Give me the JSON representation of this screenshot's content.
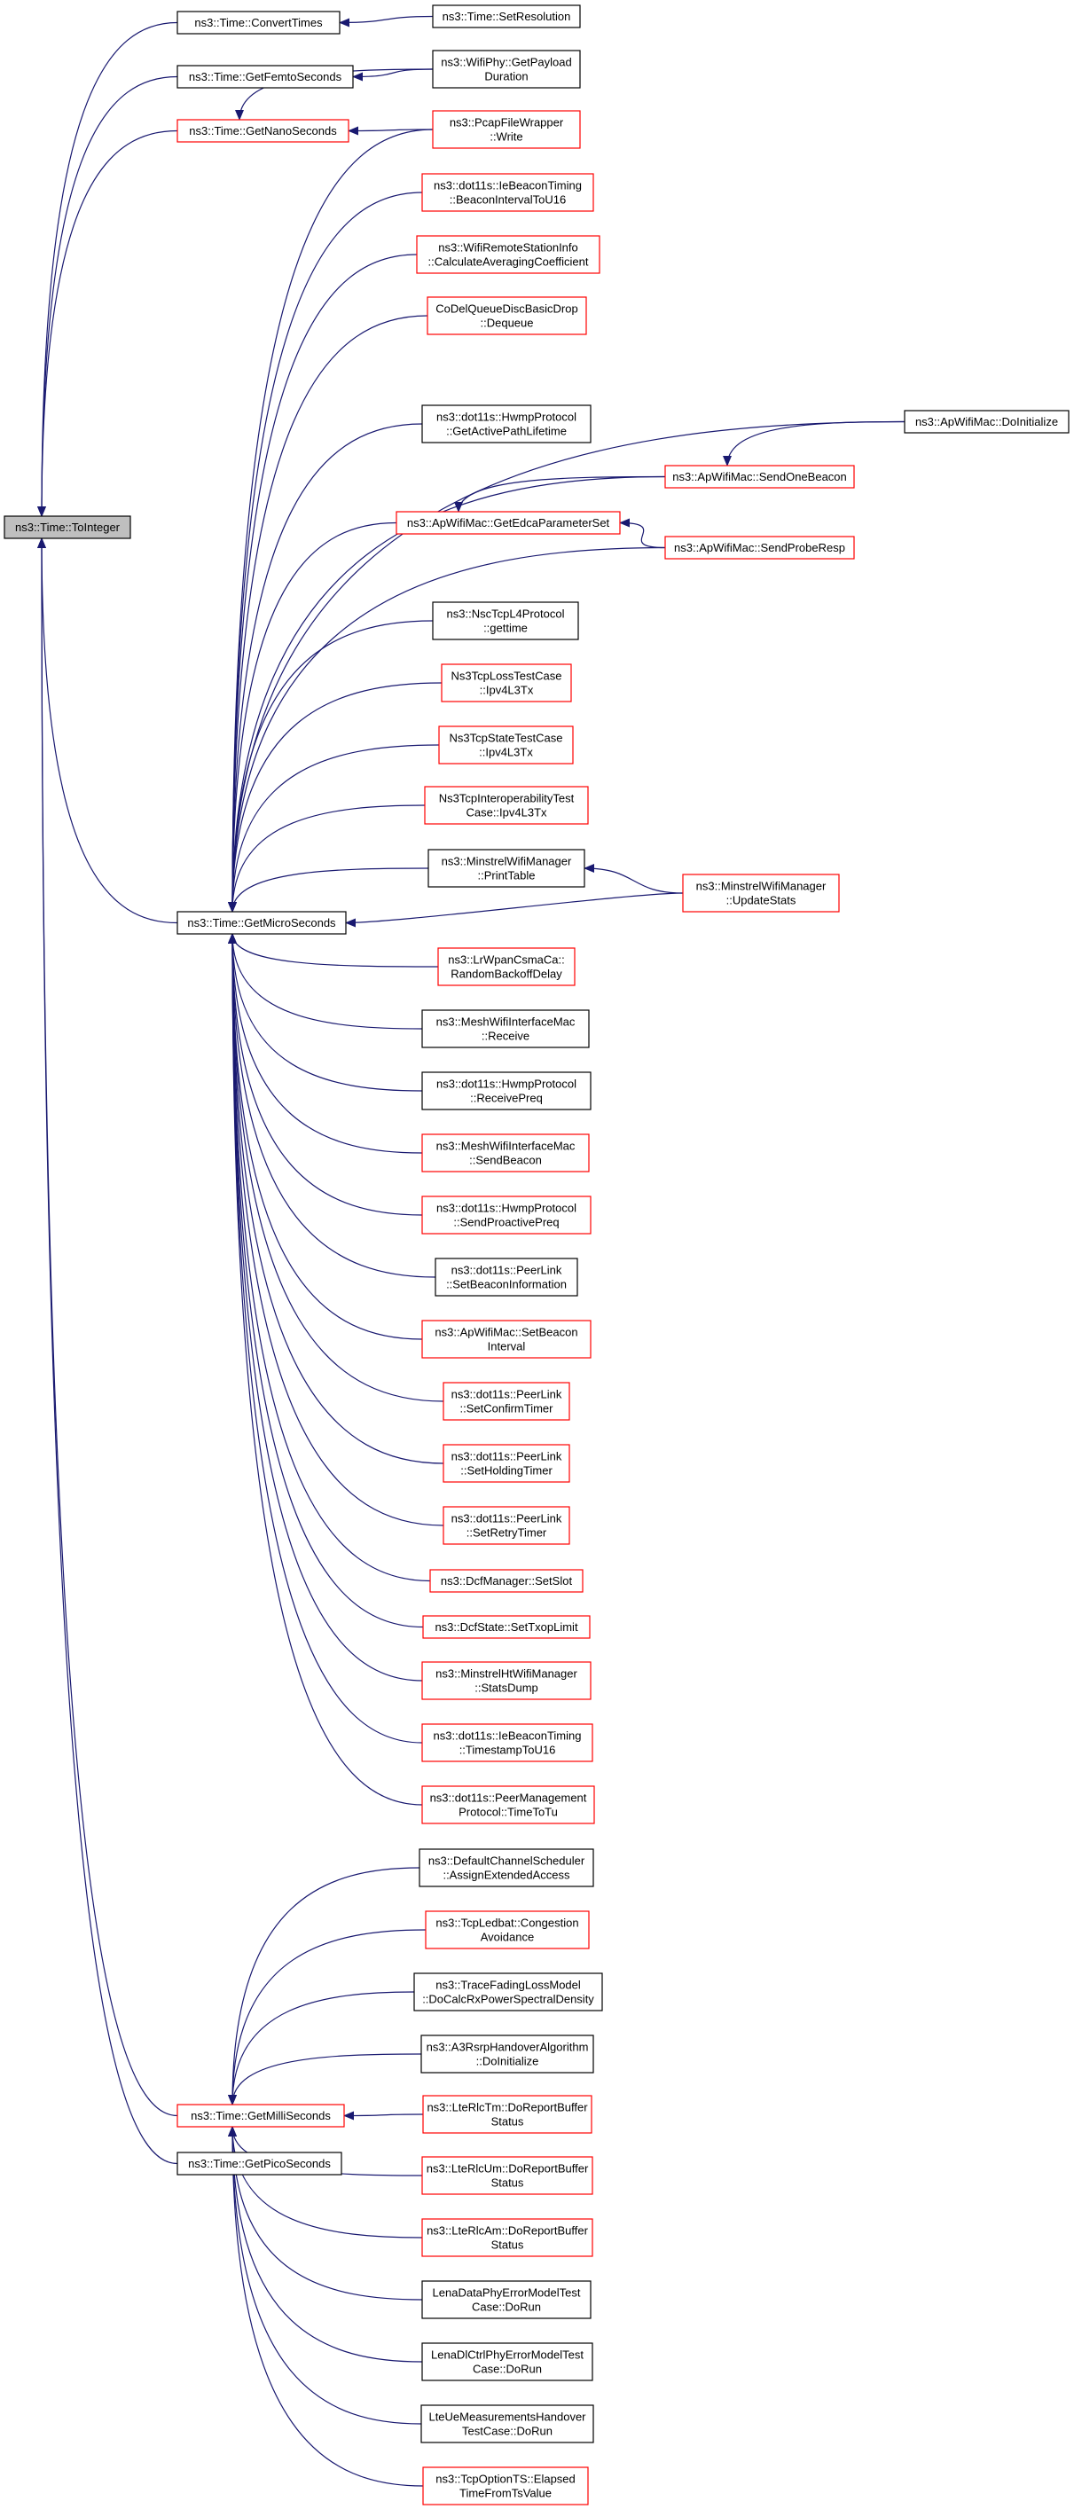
{
  "colors": {
    "edge": "#191970",
    "root_fill": "#bfbfbf",
    "black_border": "#000000",
    "red_border": "#ff0000",
    "background": "#ffffff"
  },
  "nodes": [
    {
      "id": "toint",
      "lines": [
        "ns3::Time::ToInteger"
      ],
      "style": "root"
    },
    {
      "id": "convert",
      "lines": [
        "ns3::Time::ConvertTimes"
      ],
      "style": "black"
    },
    {
      "id": "femto",
      "lines": [
        "ns3::Time::GetFemtoSeconds"
      ],
      "style": "black"
    },
    {
      "id": "nano",
      "lines": [
        "ns3::Time::GetNanoSeconds"
      ],
      "style": "red"
    },
    {
      "id": "micro",
      "lines": [
        "ns3::Time::GetMicroSeconds"
      ],
      "style": "black"
    },
    {
      "id": "milli",
      "lines": [
        "ns3::Time::GetMilliSeconds"
      ],
      "style": "red"
    },
    {
      "id": "pico",
      "lines": [
        "ns3::Time::GetPicoSeconds"
      ],
      "style": "black"
    },
    {
      "id": "setres",
      "lines": [
        "ns3::Time::SetResolution"
      ],
      "style": "black"
    },
    {
      "id": "wifiphy",
      "lines": [
        "ns3::WifiPhy::GetPayload",
        "Duration"
      ],
      "style": "black"
    },
    {
      "id": "pcap",
      "lines": [
        "ns3::PcapFileWrapper",
        "::Write"
      ],
      "style": "red"
    },
    {
      "id": "iebeacon",
      "lines": [
        "ns3::dot11s::IeBeaconTiming",
        "::BeaconIntervalToU16"
      ],
      "style": "red"
    },
    {
      "id": "wifiremote",
      "lines": [
        "ns3::WifiRemoteStationInfo",
        "::CalculateAveragingCoefficient"
      ],
      "style": "red"
    },
    {
      "id": "codel",
      "lines": [
        "CoDelQueueDiscBasicDrop",
        "::Dequeue"
      ],
      "style": "red"
    },
    {
      "id": "hwmpactive",
      "lines": [
        "ns3::dot11s::HwmpProtocol",
        "::GetActivePathLifetime"
      ],
      "style": "black"
    },
    {
      "id": "edca",
      "lines": [
        "ns3::ApWifiMac::GetEdcaParameterSet"
      ],
      "style": "red"
    },
    {
      "id": "nsctcp",
      "lines": [
        "ns3::NscTcpL4Protocol",
        "::gettime"
      ],
      "style": "black"
    },
    {
      "id": "tcploss",
      "lines": [
        "Ns3TcpLossTestCase",
        "::Ipv4L3Tx"
      ],
      "style": "red"
    },
    {
      "id": "tcpstate",
      "lines": [
        "Ns3TcpStateTestCase",
        "::Ipv4L3Tx"
      ],
      "style": "red"
    },
    {
      "id": "tcpinterop",
      "lines": [
        "Ns3TcpInteroperabilityTest",
        "Case::Ipv4L3Tx"
      ],
      "style": "red"
    },
    {
      "id": "minstrelprint",
      "lines": [
        "ns3::MinstrelWifiManager",
        "::PrintTable"
      ],
      "style": "black"
    },
    {
      "id": "lrwpan",
      "lines": [
        "ns3::LrWpanCsmaCa::",
        "RandomBackoffDelay"
      ],
      "style": "red"
    },
    {
      "id": "meshrecv",
      "lines": [
        "ns3::MeshWifiInterfaceMac",
        "::Receive"
      ],
      "style": "black"
    },
    {
      "id": "hwmpreq",
      "lines": [
        "ns3::dot11s::HwmpProtocol",
        "::ReceivePreq"
      ],
      "style": "black"
    },
    {
      "id": "meshsend",
      "lines": [
        "ns3::MeshWifiInterfaceMac",
        "::SendBeacon"
      ],
      "style": "red"
    },
    {
      "id": "hwmpproactive",
      "lines": [
        "ns3::dot11s::HwmpProtocol",
        "::SendProactivePreq"
      ],
      "style": "red"
    },
    {
      "id": "peerbeacon",
      "lines": [
        "ns3::dot11s::PeerLink",
        "::SetBeaconInformation"
      ],
      "style": "black"
    },
    {
      "id": "apbeaconint",
      "lines": [
        "ns3::ApWifiMac::SetBeacon",
        "Interval"
      ],
      "style": "red"
    },
    {
      "id": "peerconfirm",
      "lines": [
        "ns3::dot11s::PeerLink",
        "::SetConfirmTimer"
      ],
      "style": "red"
    },
    {
      "id": "peerholding",
      "lines": [
        "ns3::dot11s::PeerLink",
        "::SetHoldingTimer"
      ],
      "style": "red"
    },
    {
      "id": "peerretry",
      "lines": [
        "ns3::dot11s::PeerLink",
        "::SetRetryTimer"
      ],
      "style": "red"
    },
    {
      "id": "dcfslot",
      "lines": [
        "ns3::DcfManager::SetSlot"
      ],
      "style": "red"
    },
    {
      "id": "dcftxop",
      "lines": [
        "ns3::DcfState::SetTxopLimit"
      ],
      "style": "red"
    },
    {
      "id": "minstrelht",
      "lines": [
        "ns3::MinstrelHtWifiManager",
        "::StatsDump"
      ],
      "style": "red"
    },
    {
      "id": "ietimestamp",
      "lines": [
        "ns3::dot11s::IeBeaconTiming",
        "::TimestampToU16"
      ],
      "style": "red"
    },
    {
      "id": "peermgmt",
      "lines": [
        "ns3::dot11s::PeerManagement",
        "Protocol::TimeToTu"
      ],
      "style": "red"
    },
    {
      "id": "apinit",
      "lines": [
        "ns3::ApWifiMac::DoInitialize"
      ],
      "style": "black"
    },
    {
      "id": "sendone",
      "lines": [
        "ns3::ApWifiMac::SendOneBeacon"
      ],
      "style": "red"
    },
    {
      "id": "sendprobe",
      "lines": [
        "ns3::ApWifiMac::SendProbeResp"
      ],
      "style": "red"
    },
    {
      "id": "minstrelupd",
      "lines": [
        "ns3::MinstrelWifiManager",
        "::UpdateStats"
      ],
      "style": "red"
    },
    {
      "id": "defchan",
      "lines": [
        "ns3::DefaultChannelScheduler",
        "::AssignExtendedAccess"
      ],
      "style": "black"
    },
    {
      "id": "ledbat",
      "lines": [
        "ns3::TcpLedbat::Congestion",
        "Avoidance"
      ],
      "style": "red"
    },
    {
      "id": "tracefading",
      "lines": [
        "ns3::TraceFadingLossModel",
        "::DoCalcRxPowerSpectralDensity"
      ],
      "style": "black"
    },
    {
      "id": "a3rsrp",
      "lines": [
        "ns3::A3RsrpHandoverAlgorithm",
        "::DoInitialize"
      ],
      "style": "black"
    },
    {
      "id": "rlctm",
      "lines": [
        "ns3::LteRlcTm::DoReportBuffer",
        "Status"
      ],
      "style": "red"
    },
    {
      "id": "rlcum",
      "lines": [
        "ns3::LteRlcUm::DoReportBuffer",
        "Status"
      ],
      "style": "red"
    },
    {
      "id": "rlcam",
      "lines": [
        "ns3::LteRlcAm::DoReportBuffer",
        "Status"
      ],
      "style": "red"
    },
    {
      "id": "lenadata",
      "lines": [
        "LenaDataPhyErrorModelTest",
        "Case::DoRun"
      ],
      "style": "black"
    },
    {
      "id": "lenadl",
      "lines": [
        "LenaDlCtrlPhyErrorModelTest",
        "Case::DoRun"
      ],
      "style": "black"
    },
    {
      "id": "lteue",
      "lines": [
        "LteUeMeasurementsHandover",
        "TestCase::DoRun"
      ],
      "style": "black"
    },
    {
      "id": "tcpoption",
      "lines": [
        "ns3::TcpOptionTS::Elapsed",
        "TimeFromTsValue"
      ],
      "style": "red"
    }
  ]
}
